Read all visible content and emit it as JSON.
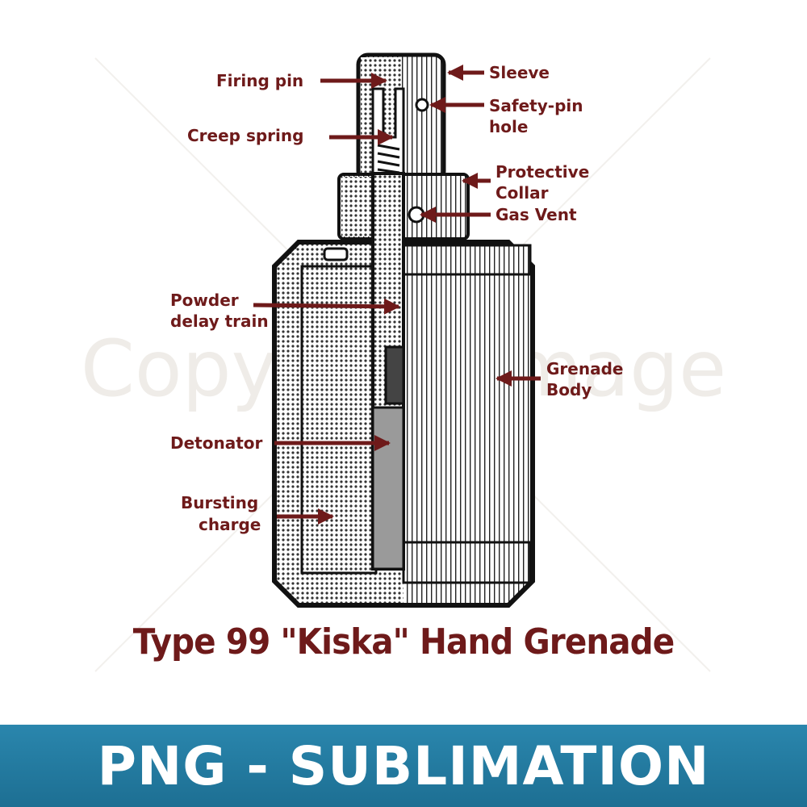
{
  "watermark": "Copyright Image",
  "labels": {
    "firing_pin": "Firing pin",
    "creep_spring": "Creep spring",
    "sleeve": "Sleeve",
    "safety_pin_hole_1": "Safety-pin",
    "safety_pin_hole_2": "hole",
    "protective_collar_1": "Protective",
    "protective_collar_2": "Collar",
    "gas_vent": "Gas Vent",
    "powder_delay_1": "Powder",
    "powder_delay_2": "delay train",
    "grenade_body_1": "Grenade",
    "grenade_body_2": "Body",
    "detonator": "Detonator",
    "bursting_charge_1": "Bursting",
    "bursting_charge_2": "charge"
  },
  "title": "Type 99 \"Kiska\" Hand Grenade",
  "banner": "PNG - SUBLIMATION",
  "colors": {
    "label": "#6e1a1a",
    "banner": "#1f76a0",
    "outline": "#111111"
  }
}
